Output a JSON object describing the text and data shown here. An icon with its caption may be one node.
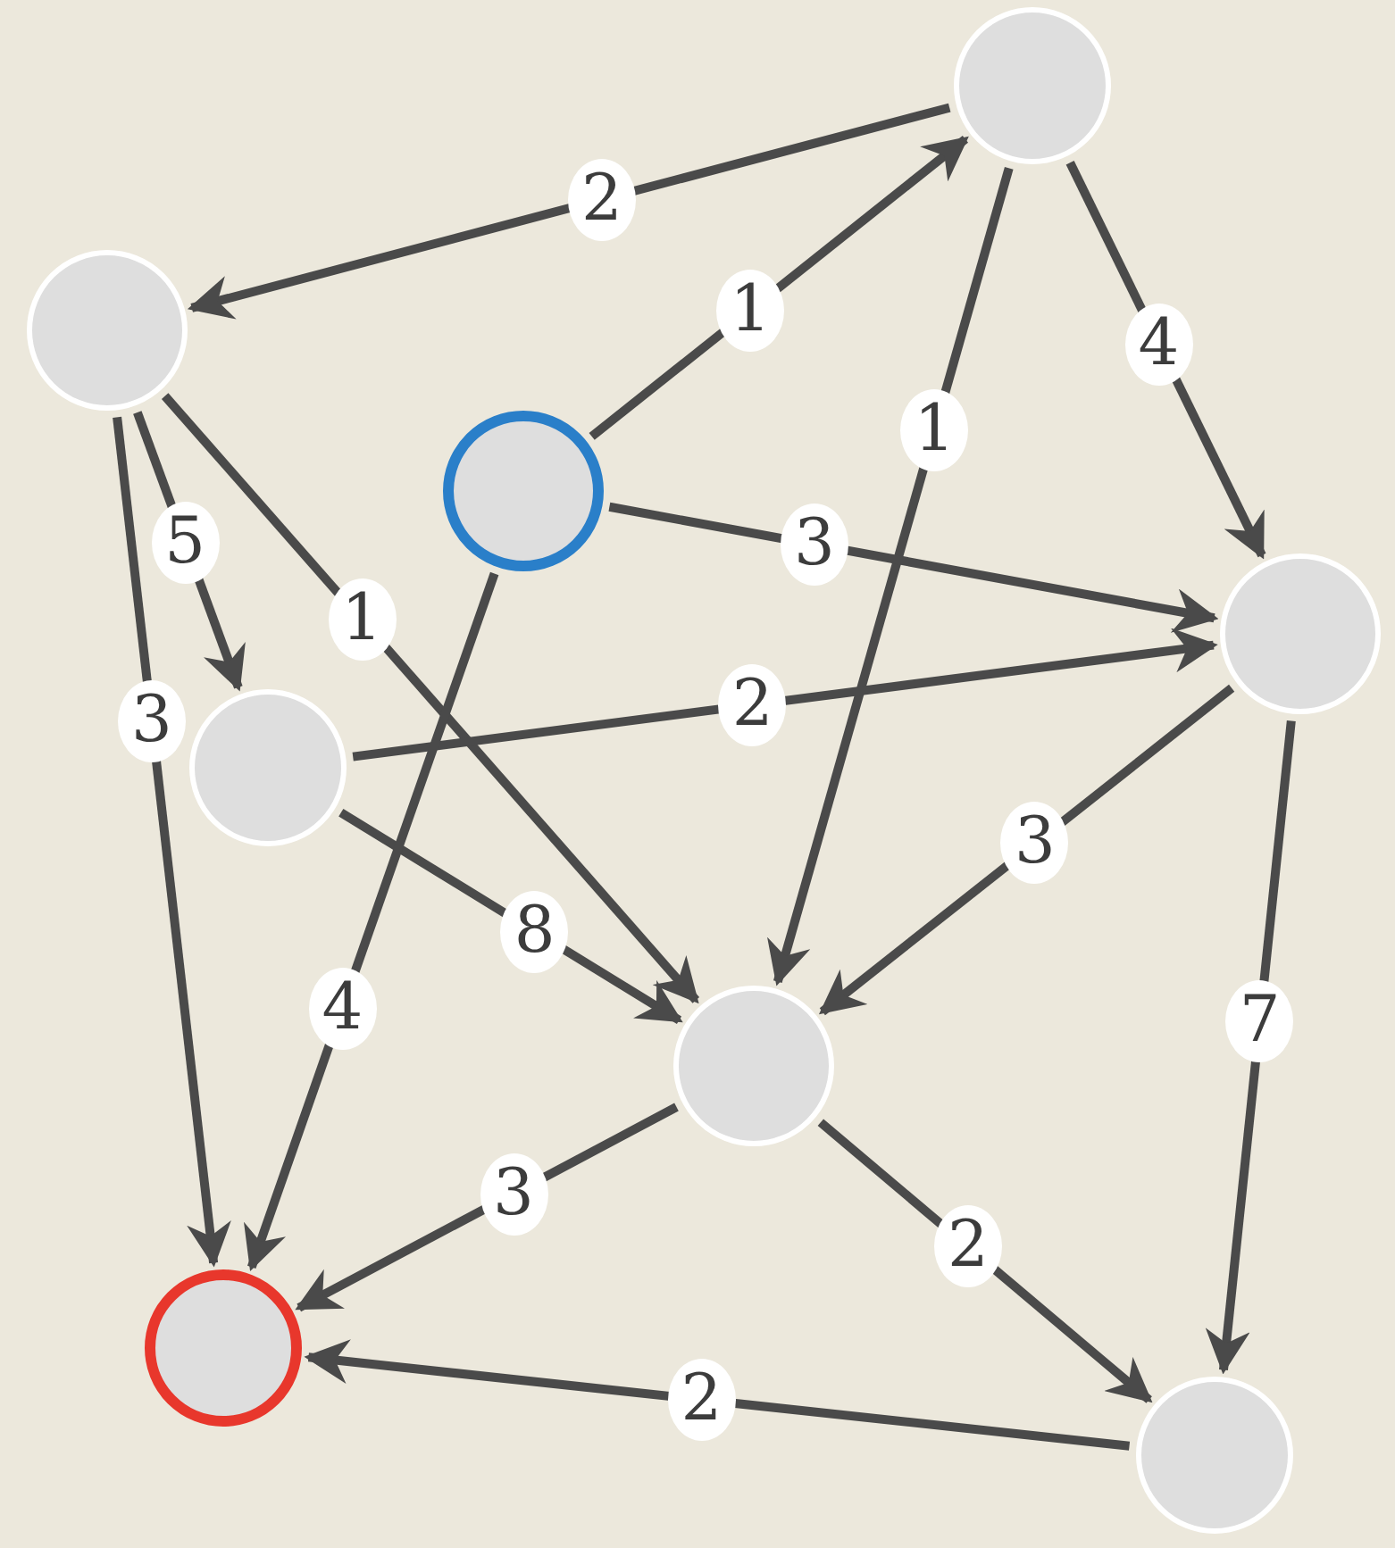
{
  "diagram": {
    "nodes": [
      {
        "text": [],
        "shape": "circle"
      },
      {
        "text": [],
        "shape": "circle"
      },
      {
        "text": [],
        "shape": "circle"
      },
      {
        "text": [],
        "shape": "circle"
      },
      {
        "text": [],
        "shape": "circle"
      },
      {
        "text": [],
        "shape": "circle"
      },
      {
        "text": [],
        "shape": "circle"
      },
      {
        "text": [],
        "shape": "circle"
      }
    ],
    "edges": [
      {
        "from": 0,
        "to": 1,
        "arrow": "to",
        "label": "2"
      },
      {
        "from": 2,
        "to": 0,
        "arrow": "to",
        "label": "1"
      },
      {
        "from": 0,
        "to": 3,
        "arrow": "to",
        "label": "4"
      },
      {
        "from": 0,
        "to": 5,
        "arrow": "to",
        "label": "1"
      },
      {
        "from": 2,
        "to": 3,
        "arrow": "to",
        "label": "3"
      },
      {
        "from": 1,
        "to": 4,
        "arrow": "to",
        "label": "5"
      },
      {
        "from": 1,
        "to": 5,
        "arrow": "to",
        "label": "1"
      },
      {
        "from": 1,
        "to": 6,
        "arrow": "to",
        "label": "3"
      },
      {
        "from": 4,
        "to": 3,
        "arrow": "to",
        "label": "2"
      },
      {
        "from": 4,
        "to": 5,
        "arrow": "to",
        "label": "8"
      },
      {
        "from": 2,
        "to": 6,
        "arrow": "to",
        "label": "4"
      },
      {
        "from": 3,
        "to": 5,
        "arrow": "to",
        "label": "3"
      },
      {
        "from": 3,
        "to": 7,
        "arrow": "to",
        "label": "7"
      },
      {
        "from": 5,
        "to": 6,
        "arrow": "to",
        "label": "3"
      },
      {
        "from": 5,
        "to": 7,
        "arrow": "to",
        "label": "2"
      },
      {
        "from": 7,
        "to": 6,
        "arrow": "to",
        "label": "2"
      }
    ]
  }
}
